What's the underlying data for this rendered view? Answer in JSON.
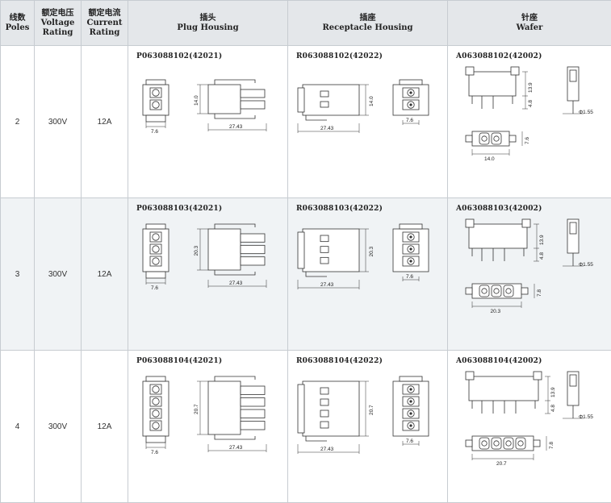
{
  "header": {
    "poles_zh": "线数",
    "poles_en": "Poles",
    "voltage_zh": "额定电压",
    "voltage_en": "Voltage Rating",
    "current_zh": "额定电流",
    "current_en": "Current Rating",
    "plug_zh": "插头",
    "plug_en": "Plug Housing",
    "receptacle_zh": "插座",
    "receptacle_en": "Receptacle Housing",
    "wafer_zh": "针座",
    "wafer_en": "Wafer"
  },
  "rows": [
    {
      "poles": "2",
      "voltage": "300V",
      "current": "12A",
      "plug_part": "P063088102(42021)",
      "receptacle_part": "R063088102(42022)",
      "wafer_part": "A063088102(42002)",
      "dims": {
        "plug_height": "14.0",
        "plug_width": "7.6",
        "plug_length": "27.43",
        "rec_height": "14.0",
        "rec_length": "27.43",
        "rec_width": "7.6",
        "wafer_height": "13.9",
        "wafer_pin": "4.8",
        "wafer_dia": "Φ1.55",
        "wafer_length": "14.0",
        "wafer_depth": "7.6"
      }
    },
    {
      "poles": "3",
      "voltage": "300V",
      "current": "12A",
      "plug_part": "P063088103(42021)",
      "receptacle_part": "R063088103(42022)",
      "wafer_part": "A063088103(42002)",
      "dims": {
        "plug_height": "20.3",
        "plug_width": "7.6",
        "plug_length": "27.43",
        "rec_height": "20.3",
        "rec_length": "27.43",
        "rec_width": "7.6",
        "wafer_height": "13.9",
        "wafer_pin": "4.8",
        "wafer_dia": "Φ1.55",
        "wafer_length": "20.3",
        "wafer_depth": "7.8"
      }
    },
    {
      "poles": "4",
      "voltage": "300V",
      "current": "12A",
      "plug_part": "P063088104(42021)",
      "receptacle_part": "R063088104(42022)",
      "wafer_part": "A063088104(42002)",
      "dims": {
        "plug_height": "20.7",
        "plug_width": "7.6",
        "plug_length": "27.43",
        "rec_height": "20.7",
        "rec_length": "27.43",
        "rec_width": "7.6",
        "wafer_height": "13.9",
        "wafer_pin": "4.8",
        "wafer_dia": "Φ1.55",
        "wafer_length": "20.7",
        "wafer_depth": "7.8"
      }
    }
  ]
}
